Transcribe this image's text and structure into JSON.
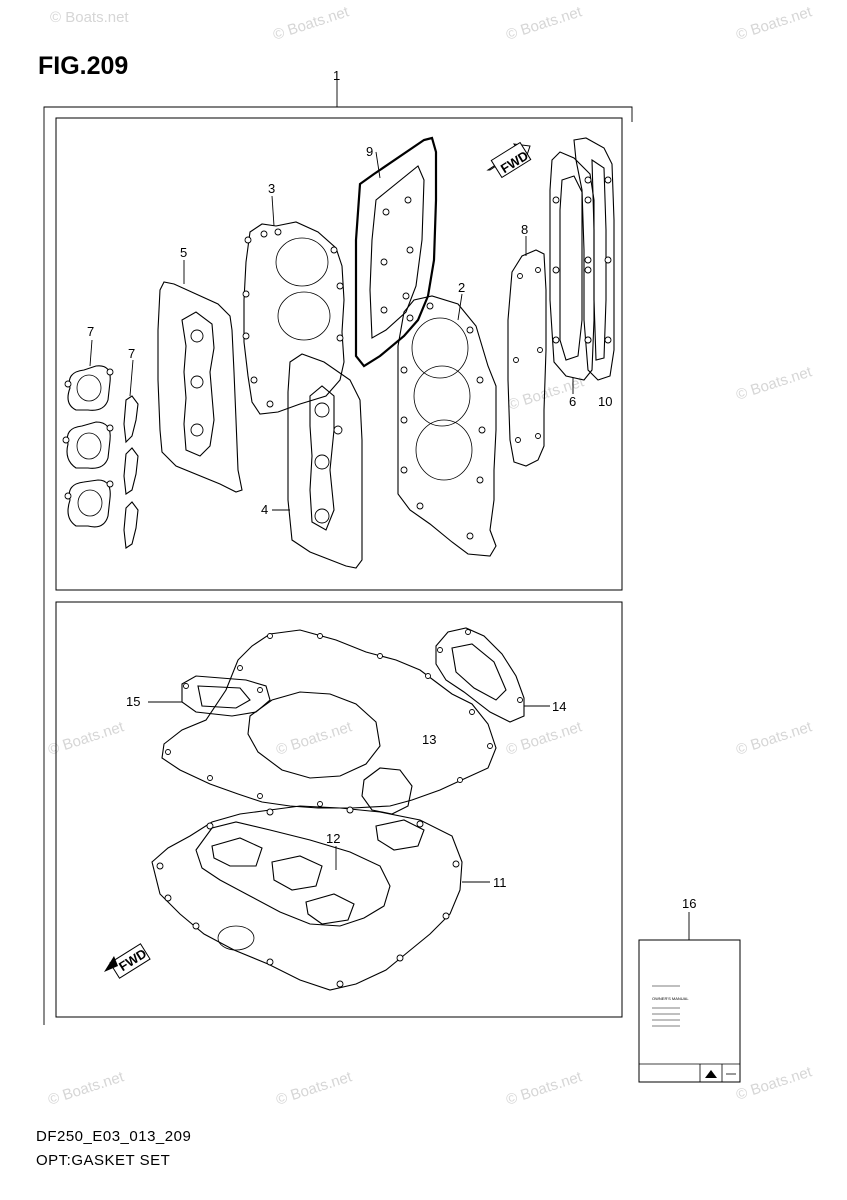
{
  "figure": {
    "title": "FIG.209",
    "code": "DF250_E03_013_209",
    "caption": "OPT:GASKET SET"
  },
  "watermark": "© Boats.net",
  "callouts": {
    "c1": "1",
    "c2": "2",
    "c3": "3",
    "c4": "4",
    "c5": "5",
    "c6": "6",
    "c7a": "7",
    "c7b": "7",
    "c8": "8",
    "c9": "9",
    "c10": "10",
    "c11": "11",
    "c12": "12",
    "c13": "13",
    "c14": "14",
    "c15": "15",
    "c16": "16"
  },
  "fwd_label": "FWD",
  "manual": {
    "title": "OWNER'S MANUAL"
  }
}
